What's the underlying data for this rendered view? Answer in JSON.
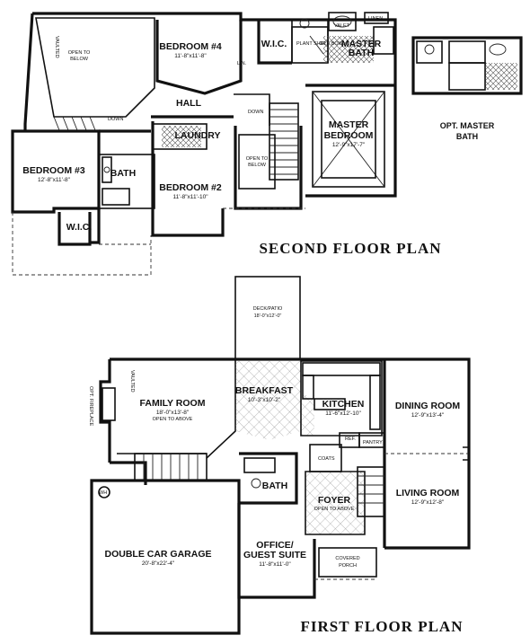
{
  "titles": {
    "second_floor": "SECOND FLOOR PLAN",
    "first_floor": "FIRST FLOOR PLAN",
    "opt_master_bath_1": "OPT. MASTER",
    "opt_master_bath_2": "BATH"
  },
  "second_floor": {
    "vaulted": "VAULTED",
    "open_below_1": "OPEN TO",
    "open_below_1b": "BELOW",
    "bedroom4": {
      "name": "BEDROOM #4",
      "dims": "11'-8\"x11'-8\""
    },
    "wic_top": "W.I.C.",
    "plant_shelf": "PLANT SHELF",
    "opt_bow": "OPT. BOW",
    "linen": "LINEN",
    "valet": "VALET",
    "master_bath_1": "MASTER",
    "master_bath_2": "BATH",
    "lin": "LIN.",
    "hall": "HALL",
    "down1": "DOWN",
    "down2": "DOWN",
    "laundry": "LAUNDRY",
    "bath": "BATH",
    "master_bedroom_1": "MASTER",
    "master_bedroom_2": "BEDROOM",
    "master_bedroom_dims": "12'-9\"x17'-7\"",
    "bedroom3": {
      "name": "BEDROOM #3",
      "dims": "12'-8\"x11'-8\""
    },
    "bedroom2": {
      "name": "BEDROOM #2",
      "dims": "11'-8\"x11'-10\""
    },
    "open_below_2": "OPEN TO",
    "open_below_2b": "BELOW",
    "wic_left": "W.I.C."
  },
  "first_floor": {
    "deck": {
      "name": "DECK/PATIO",
      "dims": "18'-0\"x12'-0\""
    },
    "vaulted": "VAULTED",
    "opt_fireplace": "OPT. FIREPLACE",
    "family_room": {
      "name": "FAMILY ROOM",
      "dims": "18'-0\"x13'-8\"",
      "note": "OPEN TO ABOVE"
    },
    "breakfast": {
      "name": "BREAKFAST",
      "dims": "10'-3\"x10'-2\""
    },
    "kitchen": {
      "name": "KITCHEN",
      "dims": "11'-6\"x12'-10\""
    },
    "dining_room": {
      "name": "DINING ROOM",
      "dims": "12'-9\"x13'-4\""
    },
    "living_room": {
      "name": "LIVING ROOM",
      "dims": "12'-9\"x12'-8\""
    },
    "ref": "REF.",
    "pantry": "PANTRY",
    "coats": "COATS",
    "bath": "BATH",
    "foyer": {
      "name": "FOYER",
      "note": "OPEN TO ABOVE"
    },
    "garage": {
      "name": "DOUBLE CAR GARAGE",
      "dims": "20'-8\"x22'-4\""
    },
    "office": {
      "name1": "OFFICE/",
      "name2": "GUEST SUITE",
      "dims": "11'-8\"x11'-0\""
    },
    "porch": {
      "name1": "COVERED",
      "name2": "PORCH"
    },
    "wh": "WH"
  }
}
